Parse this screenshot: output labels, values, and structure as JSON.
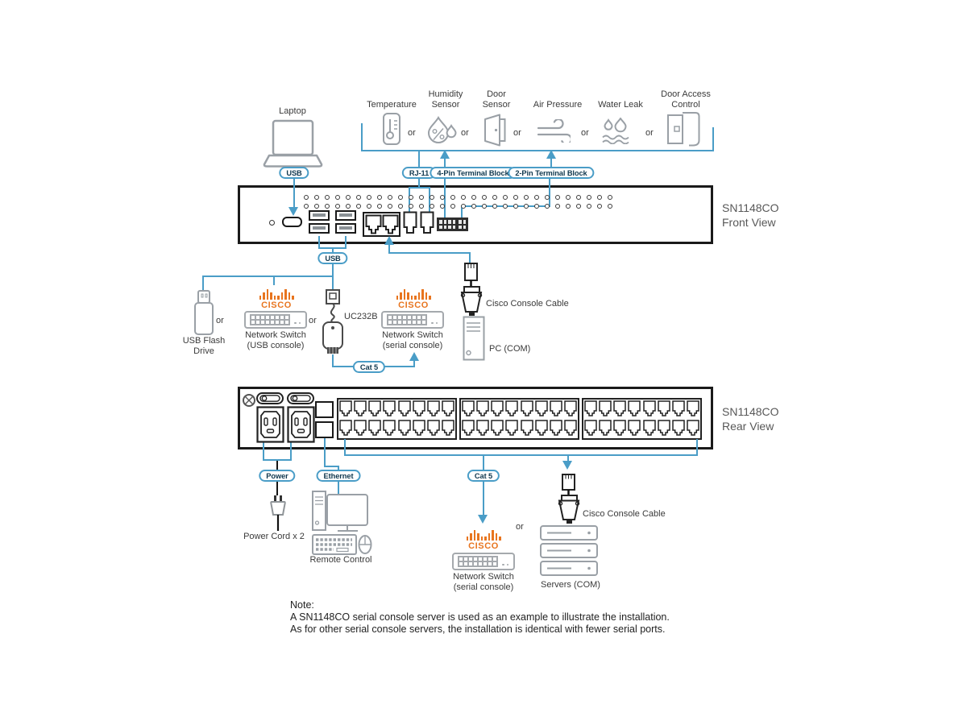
{
  "diagram": {
    "top": {
      "laptop_label": "Laptop",
      "usb_pill": "USB",
      "or_label": "or",
      "sensors": [
        {
          "label": "Temperature"
        },
        {
          "label": "Humidity\nSensor"
        },
        {
          "label": "Door\nSensor"
        },
        {
          "label": "Air Pressure"
        },
        {
          "label": "Water Leak"
        },
        {
          "label": "Door Access\nControl"
        }
      ],
      "connector_pills": [
        "RJ-11",
        "4-Pin Terminal Block",
        "2-Pin Terminal Block"
      ]
    },
    "front_view": {
      "model": "SN1148CO",
      "view": "Front View",
      "led_rows": 2,
      "led_columns": 30
    },
    "middle": {
      "usb_pill": "USB",
      "usb_flash_label": "USB Flash\nDrive",
      "or_label": "or",
      "cisco_brand": "CISCO",
      "switch_usb_label": "Network Switch\n(USB console)",
      "uc232b_label": "UC232B",
      "cat5_pill": "Cat 5",
      "switch_serial_label": "Network Switch\n(serial console)",
      "console_cable_label": "Cisco Console Cable",
      "pc_label": "PC (COM)"
    },
    "rear_view": {
      "model": "SN1148CO",
      "view": "Rear View",
      "port_banks": 3,
      "port_columns_per_bank": 8,
      "port_rows": 2
    },
    "bottom": {
      "power_pill": "Power",
      "ethernet_pill": "Ethernet",
      "cat5_pill": "Cat 5",
      "power_cord_label": "Power Cord x 2",
      "remote_label": "Remote Control",
      "cisco_brand": "CISCO",
      "switch_serial_label": "Network Switch\n(serial console)",
      "or_label": "or",
      "console_cable_label": "Cisco Console Cable",
      "servers_label": "Servers (COM)"
    },
    "note": {
      "title": "Note:",
      "line1": "A SN1148CO serial console server is used as an example to illustrate the installation.",
      "line2": "As for other serial console servers, the installation is identical with fewer serial ports."
    },
    "colors": {
      "line_blue": "#4a9dc7",
      "cisco_orange": "#e8751f",
      "icon_gray": "#9aa0a6"
    }
  }
}
